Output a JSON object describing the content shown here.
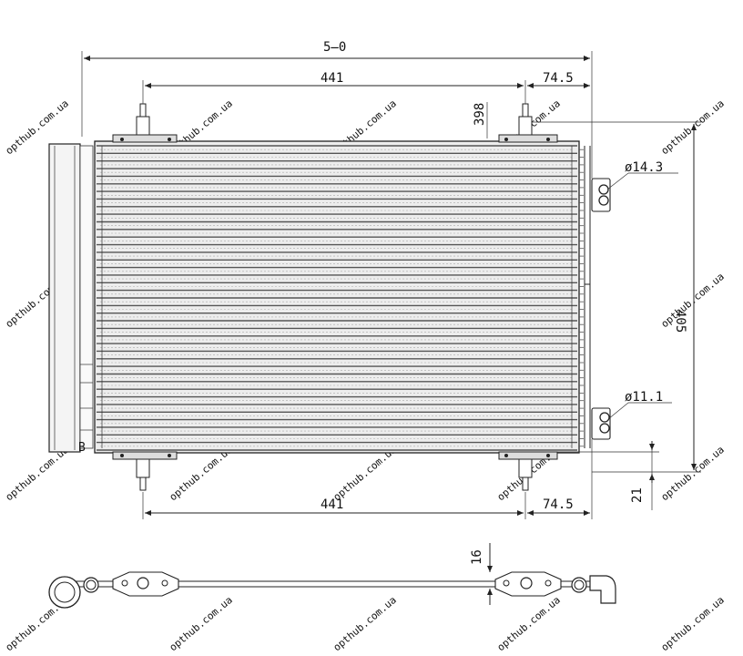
{
  "watermark": {
    "text": "opthub.com.ua"
  },
  "dimensions": {
    "overall_width": "5̶0",
    "top_core_length": "441",
    "top_offset": "74.5",
    "bottom_core_length": "441",
    "bottom_offset": "74.5",
    "pipe_gap": "398",
    "overall_height": "405",
    "bottom_flange": "21",
    "side_view_depth": "16"
  },
  "fittings": {
    "upper_port": "ø14.3",
    "lower_port": "ø11.1"
  },
  "side_tank_marker": "B"
}
